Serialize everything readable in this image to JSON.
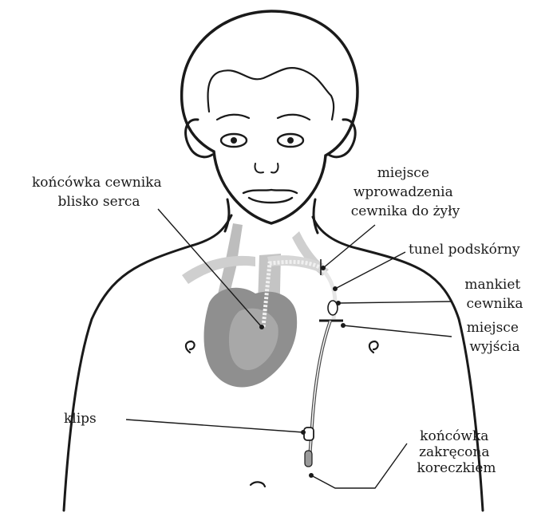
{
  "labels": {
    "catheter_tip": [
      "końcówka cewnika",
      "blisko serca"
    ],
    "vein_entry": [
      "miejsce",
      "wprowadzenia",
      "cewnika do żyły"
    ],
    "tunnel": [
      "tunel podskórny"
    ],
    "cuff": [
      "mankiet",
      "cewnika"
    ],
    "exit_site": [
      "miejsce",
      "wyjścia"
    ],
    "clip": [
      "klips"
    ],
    "capped_end": [
      "końcówka",
      "zakręcona",
      "koreczkiem"
    ]
  },
  "colors": {
    "ink": "#1a1a1a",
    "shading_light": "#cfcfcf",
    "shading_mid": "#a8a8a8",
    "heart": "#8c8c8c"
  }
}
